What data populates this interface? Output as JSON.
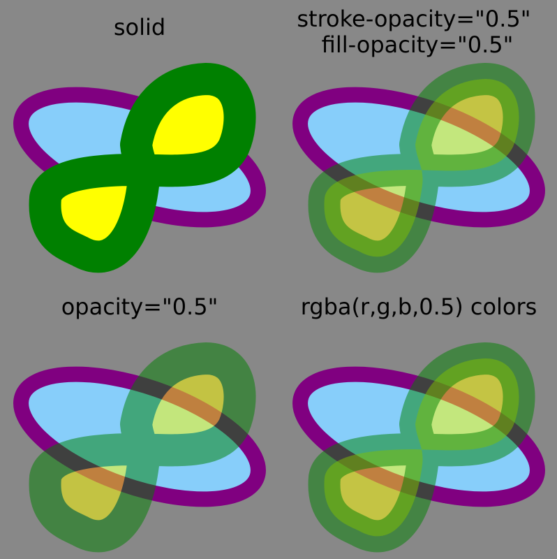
{
  "colors": {
    "background": "#888888",
    "ellipse_fill": "#87cefa",
    "ellipse_stroke": "#800080",
    "figure8_fill": "#ffff00",
    "figure8_stroke": "#008000",
    "caption": "#000000"
  },
  "panels": [
    {
      "id": "solid",
      "caption_lines": [
        "solid"
      ],
      "mode": "solid"
    },
    {
      "id": "stroke-fill-opacity",
      "caption_lines": [
        "stroke-opacity=\"0.5\"",
        "fill-opacity=\"0.5\""
      ],
      "mode": "stroke-fill-opacity",
      "stroke_opacity": 0.5,
      "fill_opacity": 0.5
    },
    {
      "id": "opacity",
      "caption_lines": [
        "opacity=\"0.5\""
      ],
      "mode": "group-opacity",
      "opacity": 0.5
    },
    {
      "id": "rgba",
      "caption_lines": [
        "rgba(r,g,b,0.5) colors"
      ],
      "mode": "rgba",
      "alpha": 0.5
    }
  ]
}
